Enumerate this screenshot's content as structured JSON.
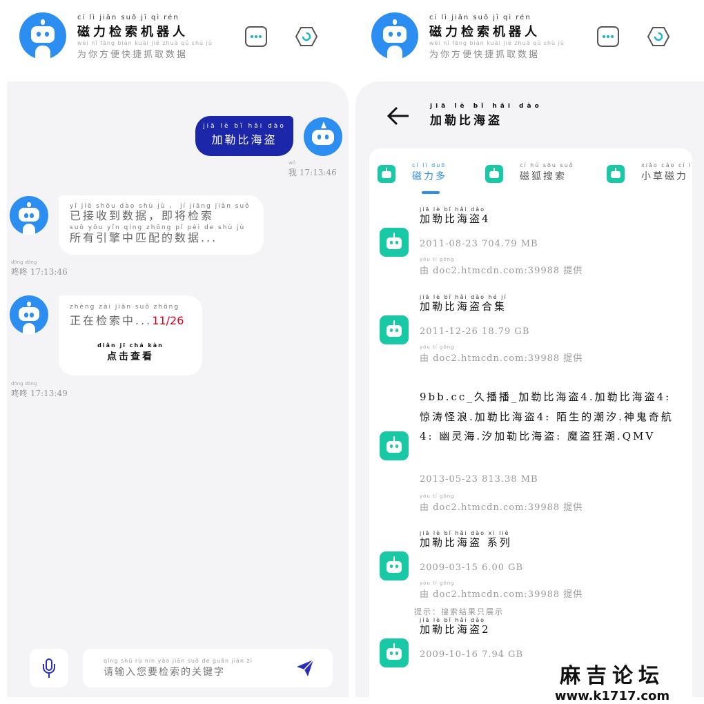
{
  "header": {
    "title_pinyin": "cí lì jiǎn suǒ jī qì rén",
    "title": "磁力检索机器人",
    "subtitle_pinyin": "wèi nǐ fāng biàn kuài jié zhuā qǔ shù jù",
    "subtitle": "为你方便快捷抓取数据"
  },
  "chat": {
    "user_query_pinyin": "jiā lè bǐ hǎi dào",
    "user_query": "加勒比海盗",
    "user_time_pinyin": "wǒ",
    "user_time": "我 17:13:46",
    "bot_msg1_line1_pinyin": "yǐ jiē shōu dào shù jù ， jí jiāng jiǎn suǒ",
    "bot_msg1_line1": "已接收到数据，即将检索",
    "bot_msg1_line2_pinyin": "suǒ yǒu yǐn qíng zhōng pǐ pèi de shù jù",
    "bot_msg1_line2": "所有引擎中匹配的数据...",
    "bot_time1_pinyin": "dōng dōng",
    "bot_time1": "咚咚 17:13:46",
    "bot_msg2_pinyin": "zhèng zài jiǎn suǒ zhōng",
    "bot_msg2": "正在检索中...",
    "bot_msg2_count": "11/26",
    "view_link_pinyin": "diǎn jī chá kàn",
    "view_link": "点击查看",
    "bot_time2_pinyin": "dōng dōng",
    "bot_time2": "咚咚 17:13:49"
  },
  "input": {
    "placeholder_pinyin": "qǐng shū rù nín yào jiǎn suǒ de guān jiàn zì",
    "placeholder": "请输入您要检索的关键字"
  },
  "results_page": {
    "heading_pinyin": "jiā lè bǐ hǎi dào",
    "heading": "加勒比海盗",
    "tabs": [
      {
        "pinyin": "cí lì duō",
        "label": "磁力多"
      },
      {
        "pinyin": "cí hú sōu suǒ",
        "label": "磁狐搜索"
      },
      {
        "pinyin": "xiǎo cǎo cí lì",
        "label": "小草磁力"
      }
    ],
    "items": [
      {
        "title_pinyin": "jiā lè bǐ hǎi dào",
        "title": "加勒比海盗4",
        "meta": "2011-08-23 704.79 MB",
        "source_pinyin": "yóu                                 tí gōng",
        "source": "由 doc2.htmcdn.com:39988 提供"
      },
      {
        "title_pinyin": "jiā lè bǐ hǎi dào hé jí",
        "title": "加勒比海盗合集",
        "meta": "2011-12-26 18.79 GB",
        "source_pinyin": "yóu                                 tí gōng",
        "source": "由 doc2.htmcdn.com:39988 提供"
      },
      {
        "title_pinyin": "",
        "title": "9bb.cc_久播播_加勒比海盗4.加勒比海盗4: 惊涛怪浪.加勒比海盗4: 陌生的潮汐.神鬼奇航4: 幽灵海.汐加勒比海盗: 魔盗狂潮.QMV",
        "meta": "2013-05-23 813.38 MB",
        "source_pinyin": "yóu                                 tí gōng",
        "source": "由 doc2.htmcdn.com:39988 提供"
      },
      {
        "title_pinyin": "jiā lè bǐ hǎi dào  xì liè",
        "title": "加勒比海盗 系列",
        "meta": "2009-03-15 6.00 GB",
        "source_pinyin": "yóu                                 tí gōng",
        "source": "由 doc2.htmcdn.com:39988 提供"
      },
      {
        "title_pinyin": "jiā lè bǐ hǎi dào",
        "title": "加勒比海盗2",
        "meta": "2009-10-16 7.94 GB",
        "source_pinyin": "",
        "source": ""
      }
    ],
    "footer_hint": "提示：搜索结果只展示"
  },
  "watermark": {
    "name": "麻吉论坛",
    "url": "www.k1717.com"
  },
  "colors": {
    "accent_blue": "#2b8ef0",
    "user_bubble": "#1c26a8",
    "count_red": "#d0021b",
    "item_icon": "#19c9a6"
  }
}
